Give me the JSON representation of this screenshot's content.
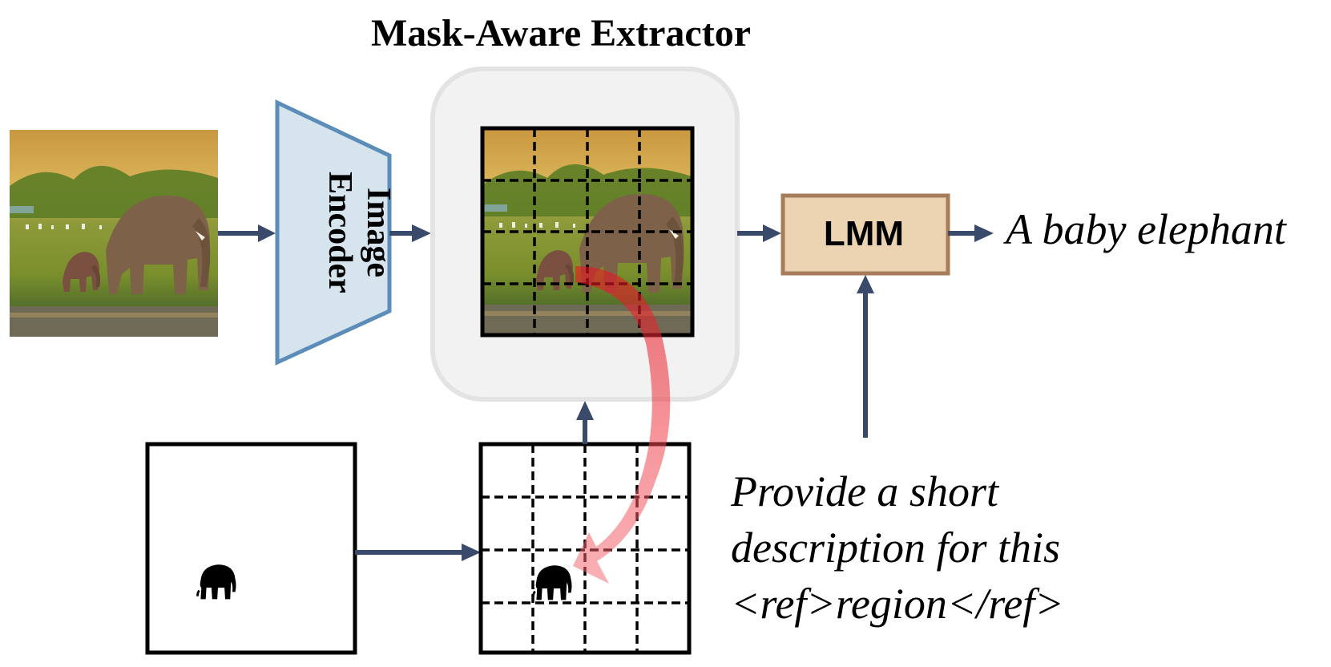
{
  "title": "Mask-Aware Extractor",
  "encoder": {
    "line1": "Image",
    "line2": "Encoder"
  },
  "lmm": {
    "label": "LMM"
  },
  "output": {
    "text": "A baby elephant"
  },
  "prompt": {
    "line1": "Provide a short",
    "line2": "description for this",
    "line3": "<ref>region</ref>"
  },
  "colors": {
    "arrow": "#3a4a6b",
    "encoder_fill": "#d6e4ee",
    "encoder_stroke": "#5b8db8",
    "extractor_bg": "#f2f2f2",
    "extractor_stroke": "#e3e3e3",
    "lmm_fill": "#ecd4b2",
    "lmm_stroke": "#a67c5b",
    "highlight_arrow": "#f46a72",
    "sky": "#d8a84e",
    "grass": "#6d8f2a",
    "elephant": "#7d6148"
  },
  "icons": {
    "photo": "savanna-elephants-photo",
    "mask": "elephant-silhouette-icon",
    "curve": "red-curved-arrow"
  }
}
